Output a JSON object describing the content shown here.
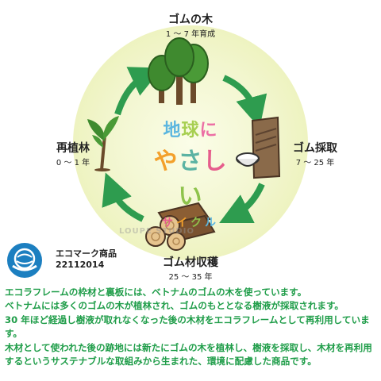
{
  "cycle": {
    "center": {
      "line1": [
        "地",
        "球",
        "に"
      ],
      "line1_colors": [
        "#5bb6df",
        "#a7cf51",
        "#ec6fa5"
      ],
      "line2": [
        "や",
        "さ",
        "し",
        "い"
      ],
      "line2_colors": [
        "#f3a02b",
        "#5cb3a3",
        "#e65d8c",
        "#8ec34c"
      ],
      "line3": [
        "サ",
        "イ",
        "ク",
        "ル"
      ],
      "line3_colors": [
        "#e65d8c",
        "#f3a02b",
        "#8ec34c",
        "#5bb6df"
      ]
    },
    "stages": {
      "top": {
        "title": "ゴムの木",
        "years": "1 〜 7 年育成"
      },
      "right": {
        "title": "ゴム採取",
        "years": "7 〜 25 年"
      },
      "bottom": {
        "title": "ゴム材収穫",
        "years": "25 〜 35 年"
      },
      "left": {
        "title": "再植林",
        "years": "0 〜 1 年"
      }
    }
  },
  "watermark": "LOUPE STUDIO",
  "eco_mark": {
    "label": "エコマーク商品",
    "number": "22112014",
    "icon": "eco-mark-globe-icon"
  },
  "description": [
    "エコラフレームの枠材と裏板には、ベトナムのゴムの木を使っています。",
    "ベトナムには多くのゴムの木が植林され、ゴムのもととなる樹液が採取されます。",
    "30 年ほど経過し樹液が取れなくなった後の木材をエコラフレームとして再利用しています。",
    "木材として使われた後の跡地には新たにゴムの木を植林し、樹液を採取し、木材を再利用するというサステナブルな取組みから生まれた、環境に配慮した商品です。"
  ],
  "colors": {
    "circle_fill": "#f1f5cf",
    "arrow": "#2e9c4f",
    "description_text": "#1f9d49",
    "eco_mark": "#1c7fc0"
  }
}
